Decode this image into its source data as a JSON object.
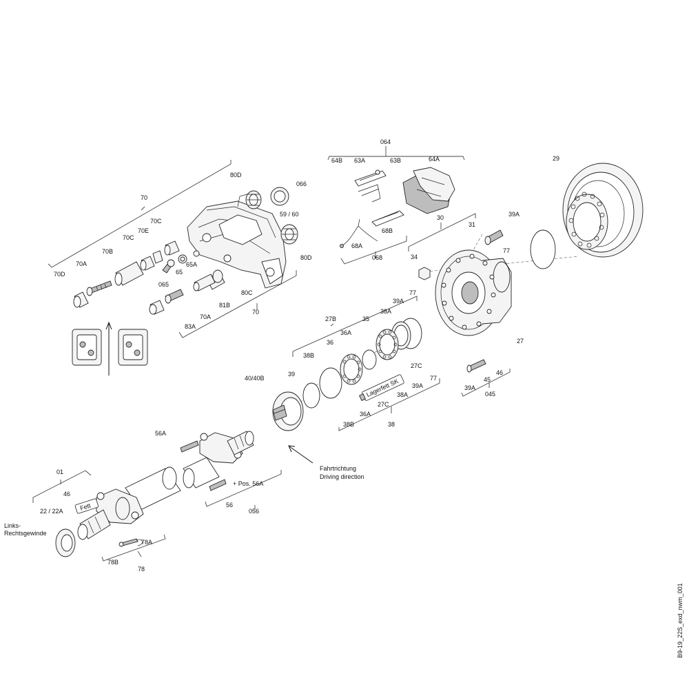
{
  "labels": {
    "l_064": "064",
    "l_64B": "64B",
    "l_63A": "63A",
    "l_63B": "63B",
    "l_64A": "64A",
    "l_68A": "68A",
    "l_68B": "68B",
    "l_068": "068",
    "l_70top": "70",
    "l_80D": "80D",
    "l_066": "066",
    "l_59_60": "59 /  60",
    "l_80D2": "80D",
    "l_70C1": "70C",
    "l_70E": "70E",
    "l_70C2": "70C",
    "l_70B": "70B",
    "l_70A1": "70A",
    "l_70D": "70D",
    "l_65A": "65A",
    "l_65": "65",
    "l_065": "065",
    "l_80C": "80C",
    "l_81B": "81B",
    "l_70A2": "70A",
    "l_83A": "83A",
    "l_70bot": "70",
    "l_29": "29",
    "l_39A_top": "39A",
    "l_30": "30",
    "l_31": "31",
    "l_77_hub": "77",
    "l_34": "34",
    "l_27": "27",
    "l_46_r": "46",
    "l_45": "45",
    "l_39A_r": "39A",
    "l_045": "045",
    "l_77_s": "77",
    "l_39A_s": "39A",
    "l_27B": "27B",
    "l_35": "35",
    "l_38A": "38A",
    "l_36A": "36A",
    "l_36": "36",
    "l_38B": "38B",
    "l_27C": "27C",
    "l_39": "39",
    "l_40_40B": "40/40B",
    "l_77_b": "77",
    "l_39A_b": "39A",
    "l_38A_b": "38A",
    "l_27C_b": "27C",
    "l_36A_b": "36A",
    "l_38B_b": "38B",
    "l_38": "38",
    "l_56A": "56A",
    "l_pos56A": "+ Pos. 56A",
    "l_56": "56",
    "l_056": "056",
    "l_01": "01",
    "l_46_l": "46",
    "l_22_22A": "22 / 22A",
    "l_links1": "Links-",
    "l_links2": "Rechtsgewinde",
    "l_78A": "78A",
    "l_78B": "78B",
    "l_78": "78",
    "tag_lagerfett": "Lagerfett SK",
    "tag_fett": "Fett",
    "dir_de": "Fahrtrichtung",
    "dir_en": "Driving direction",
    "drawing_id": "B9-19_22S_exd_nwm_001"
  }
}
